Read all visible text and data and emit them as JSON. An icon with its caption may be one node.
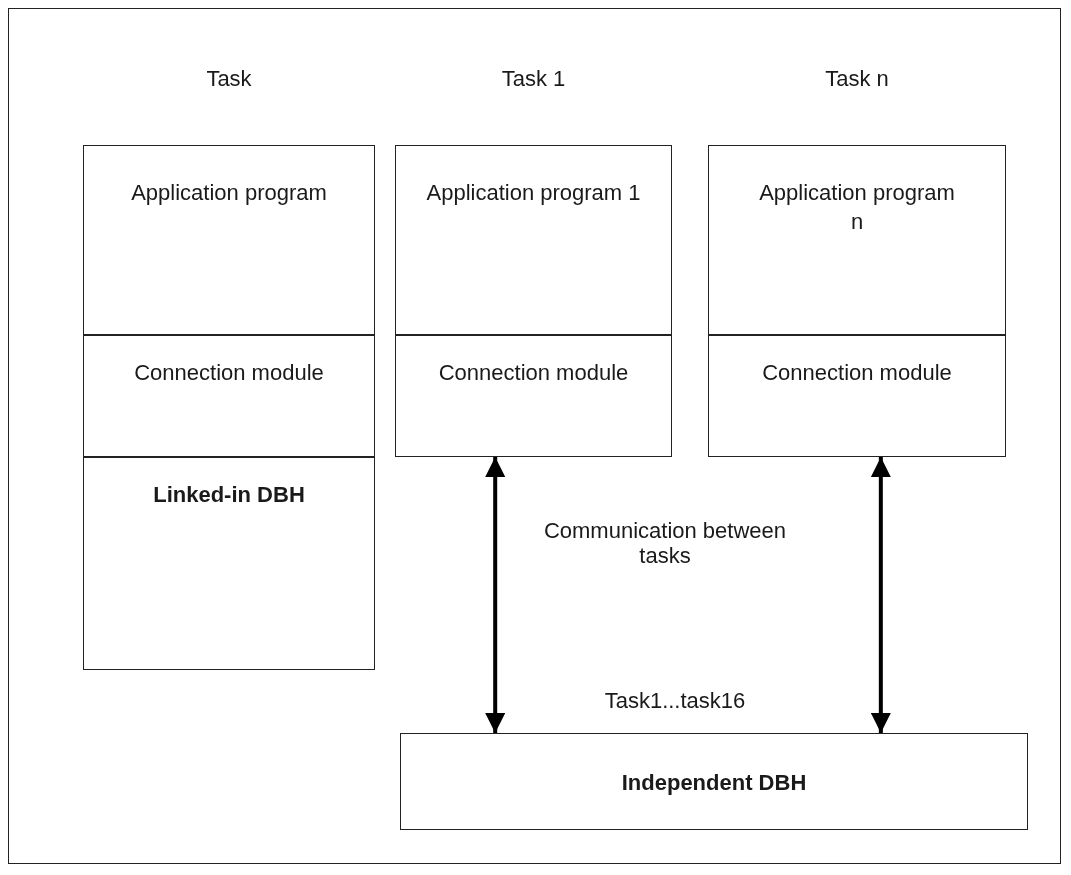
{
  "diagram": {
    "nodes": [
      {
        "text": [
          "Task"
        ]
      },
      {
        "text": [
          "Application program"
        ],
        "in": 0
      },
      {
        "text": [
          "Connection module"
        ],
        "in": 0
      },
      {
        "text": [
          "Linked-in DBH"
        ],
        "in": 0
      },
      {
        "text": [
          "Task 1"
        ]
      },
      {
        "text": [
          "Application program 1"
        ],
        "in": 4
      },
      {
        "text": [
          "Connection module"
        ],
        "in": 4
      },
      {
        "text": [
          "Task n"
        ]
      },
      {
        "text": [
          "Application program n"
        ],
        "in": 7
      },
      {
        "text": [
          "Connection module"
        ],
        "in": 7
      },
      {
        "text": [
          "Independent DBH"
        ]
      }
    ],
    "edges": [
      {
        "from": 6,
        "to": 10,
        "arrow": "both"
      },
      {
        "from": 9,
        "to": 10,
        "arrow": "both"
      }
    ],
    "labels": [
      "Communication between tasks",
      "Task1...task16"
    ]
  }
}
